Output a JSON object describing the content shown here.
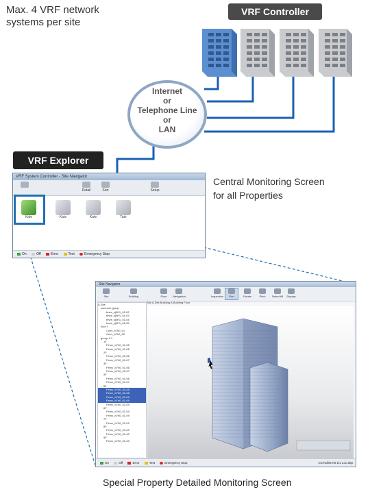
{
  "top_note": "Max. 4 VRF network\nsystems per site",
  "controller_label": "VRF Controller",
  "explorer_label": "VRF Explorer",
  "cloud_text": "Internet\nor\nTelephone Line\nor\nLAN",
  "central_label": "Central Monitoring Screen\nfor all Properties",
  "bottom_caption": "Special Property Detailed Monitoring Screen",
  "colors": {
    "link_blue": "#1a5fb4",
    "pill_dark": "#4a4a4a",
    "building_blue": "#5b8fd0",
    "building_gray": "#c9cbcf"
  },
  "explorer_window": {
    "title": "VRF System Controller - Site Navigator",
    "toolbar": [
      "Detail",
      "Sort",
      "Setup"
    ],
    "sites": [
      {
        "label": "Kate",
        "color": "green"
      },
      {
        "label": "Kate",
        "color": "gray"
      },
      {
        "label": "Kate",
        "color": "gray"
      },
      {
        "label": "Tate",
        "color": "gray"
      }
    ],
    "status_legend": [
      {
        "label": "On",
        "color": "#3aa63a"
      },
      {
        "label": "Off",
        "color": "#cfcfcf"
      },
      {
        "label": "Error",
        "color": "#d22"
      },
      {
        "label": "Test",
        "color": "#e0c21a"
      },
      {
        "label": "Emergency Stop",
        "color": "#d22"
      }
    ]
  },
  "detail_window": {
    "title": "Site Navigator",
    "toolbar": [
      "Site",
      "Building",
      "Floor",
      "Navigation",
      "Inspection",
      "Pan",
      "Rotate",
      "Pitch",
      "Select All",
      "Display"
    ],
    "breadcrumb": "Site  A-Site          Building  A-Building          Floor",
    "tree_items": [
      "A-Site",
      "common group",
      "brwe_sj0H1_01-02",
      "brwe_sj0H1_01-03",
      "brwe_sj0H1_01-04",
      "brwe_sj0H1_01-05",
      "floor 1",
      "Conv_b7h0_01",
      "Conv_b7h0_02",
      "group 1-1",
      "1F",
      "Fernc_b7h0_01-05",
      "Fernc_b7h0_01-06",
      "2F",
      "Fernc_b7h0_01-06",
      "Fernc_b7h0_01-07",
      "3F",
      "Fernc_b7h0_01-06",
      "Fernc_b7h0_01-07",
      "4F",
      "Fernc_b7h0_01-06",
      "Fernc_b7h0_01-07",
      "5F",
      "Fernc_b7h0_01-08",
      "Fernc_b7h0_01-08",
      "Fernc_b7h0_01-09",
      "Fernc_b7h0_01-09",
      "Fernc_b7h0_01-09",
      "6F",
      "Fernc_b7h0_01-09",
      "Fernc_b7h0_01-09",
      "7F",
      "Fernc_b7h0_01-09",
      "8F",
      "Fernc_b7h0_01-09",
      "Fernc_b7h0_01-09",
      "9F",
      "Fernc_b7h0_01-09"
    ],
    "status_legend": [
      {
        "label": "On",
        "color": "#3aa63a"
      },
      {
        "label": "Off",
        "color": "#cfcfcf"
      },
      {
        "label": "Error",
        "color": "#d22"
      },
      {
        "label": "Test",
        "color": "#e0c21a"
      },
      {
        "label": "Emergency Stop",
        "color": "#d22"
      }
    ],
    "status_right": "CS Kullet:Tst  1/1 Loc:30p"
  }
}
